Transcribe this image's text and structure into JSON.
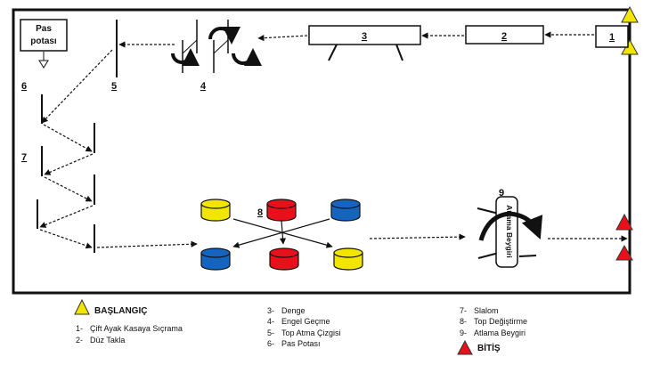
{
  "stations": {
    "s1": "1",
    "s2": "2",
    "s3": "3",
    "s4": "4",
    "s5": "5",
    "s6": "6",
    "s7": "7",
    "s8": "8",
    "s9": "9"
  },
  "pas_potasi_box": {
    "line1": "Pas",
    "line2": "potası"
  },
  "vault_label": "Atlama Beygiri",
  "cone_colors": {
    "yellow": "#f2e600",
    "red": "#e8111b",
    "blue": "#1565c0"
  },
  "marker_colors": {
    "start": "#f2e600",
    "finish": "#e8111b"
  },
  "legend": {
    "start": "BAŞLANGIÇ",
    "finish": "BİTİŞ",
    "col1": [
      {
        "num": "1-",
        "label": "Çift Ayak Kasaya Sıçrama"
      },
      {
        "num": "2-",
        "label": "Düz Takla"
      }
    ],
    "col2": [
      {
        "num": "3-",
        "label": "Denge"
      },
      {
        "num": "4-",
        "label": "Engel Geçme"
      },
      {
        "num": "5-",
        "label": "Top Atma Çizgisi"
      },
      {
        "num": "6-",
        "label": "Pas Potası"
      }
    ],
    "col3": [
      {
        "num": "7-",
        "label": "Slalom"
      },
      {
        "num": "8-",
        "label": "Top Değiştirme"
      },
      {
        "num": "9-",
        "label": "Atlama Beygiri"
      }
    ]
  }
}
